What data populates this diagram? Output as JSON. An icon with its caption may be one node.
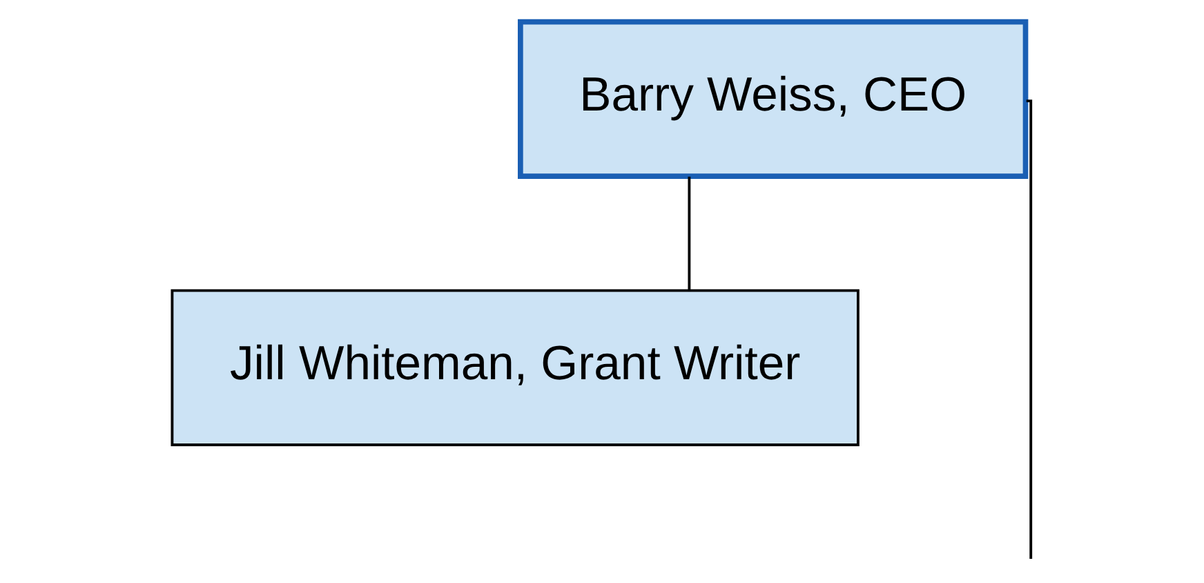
{
  "diagram": {
    "nodes": [
      {
        "text": [
          "Barry Weiss, CEO"
        ]
      },
      {
        "text": [
          "Jill Whiteman, Grant Writer"
        ]
      }
    ],
    "edges": [
      {
        "from": 0,
        "to": 1,
        "arrow": "none"
      },
      {
        "from": 0,
        "to": null,
        "arrow": "none"
      }
    ]
  }
}
